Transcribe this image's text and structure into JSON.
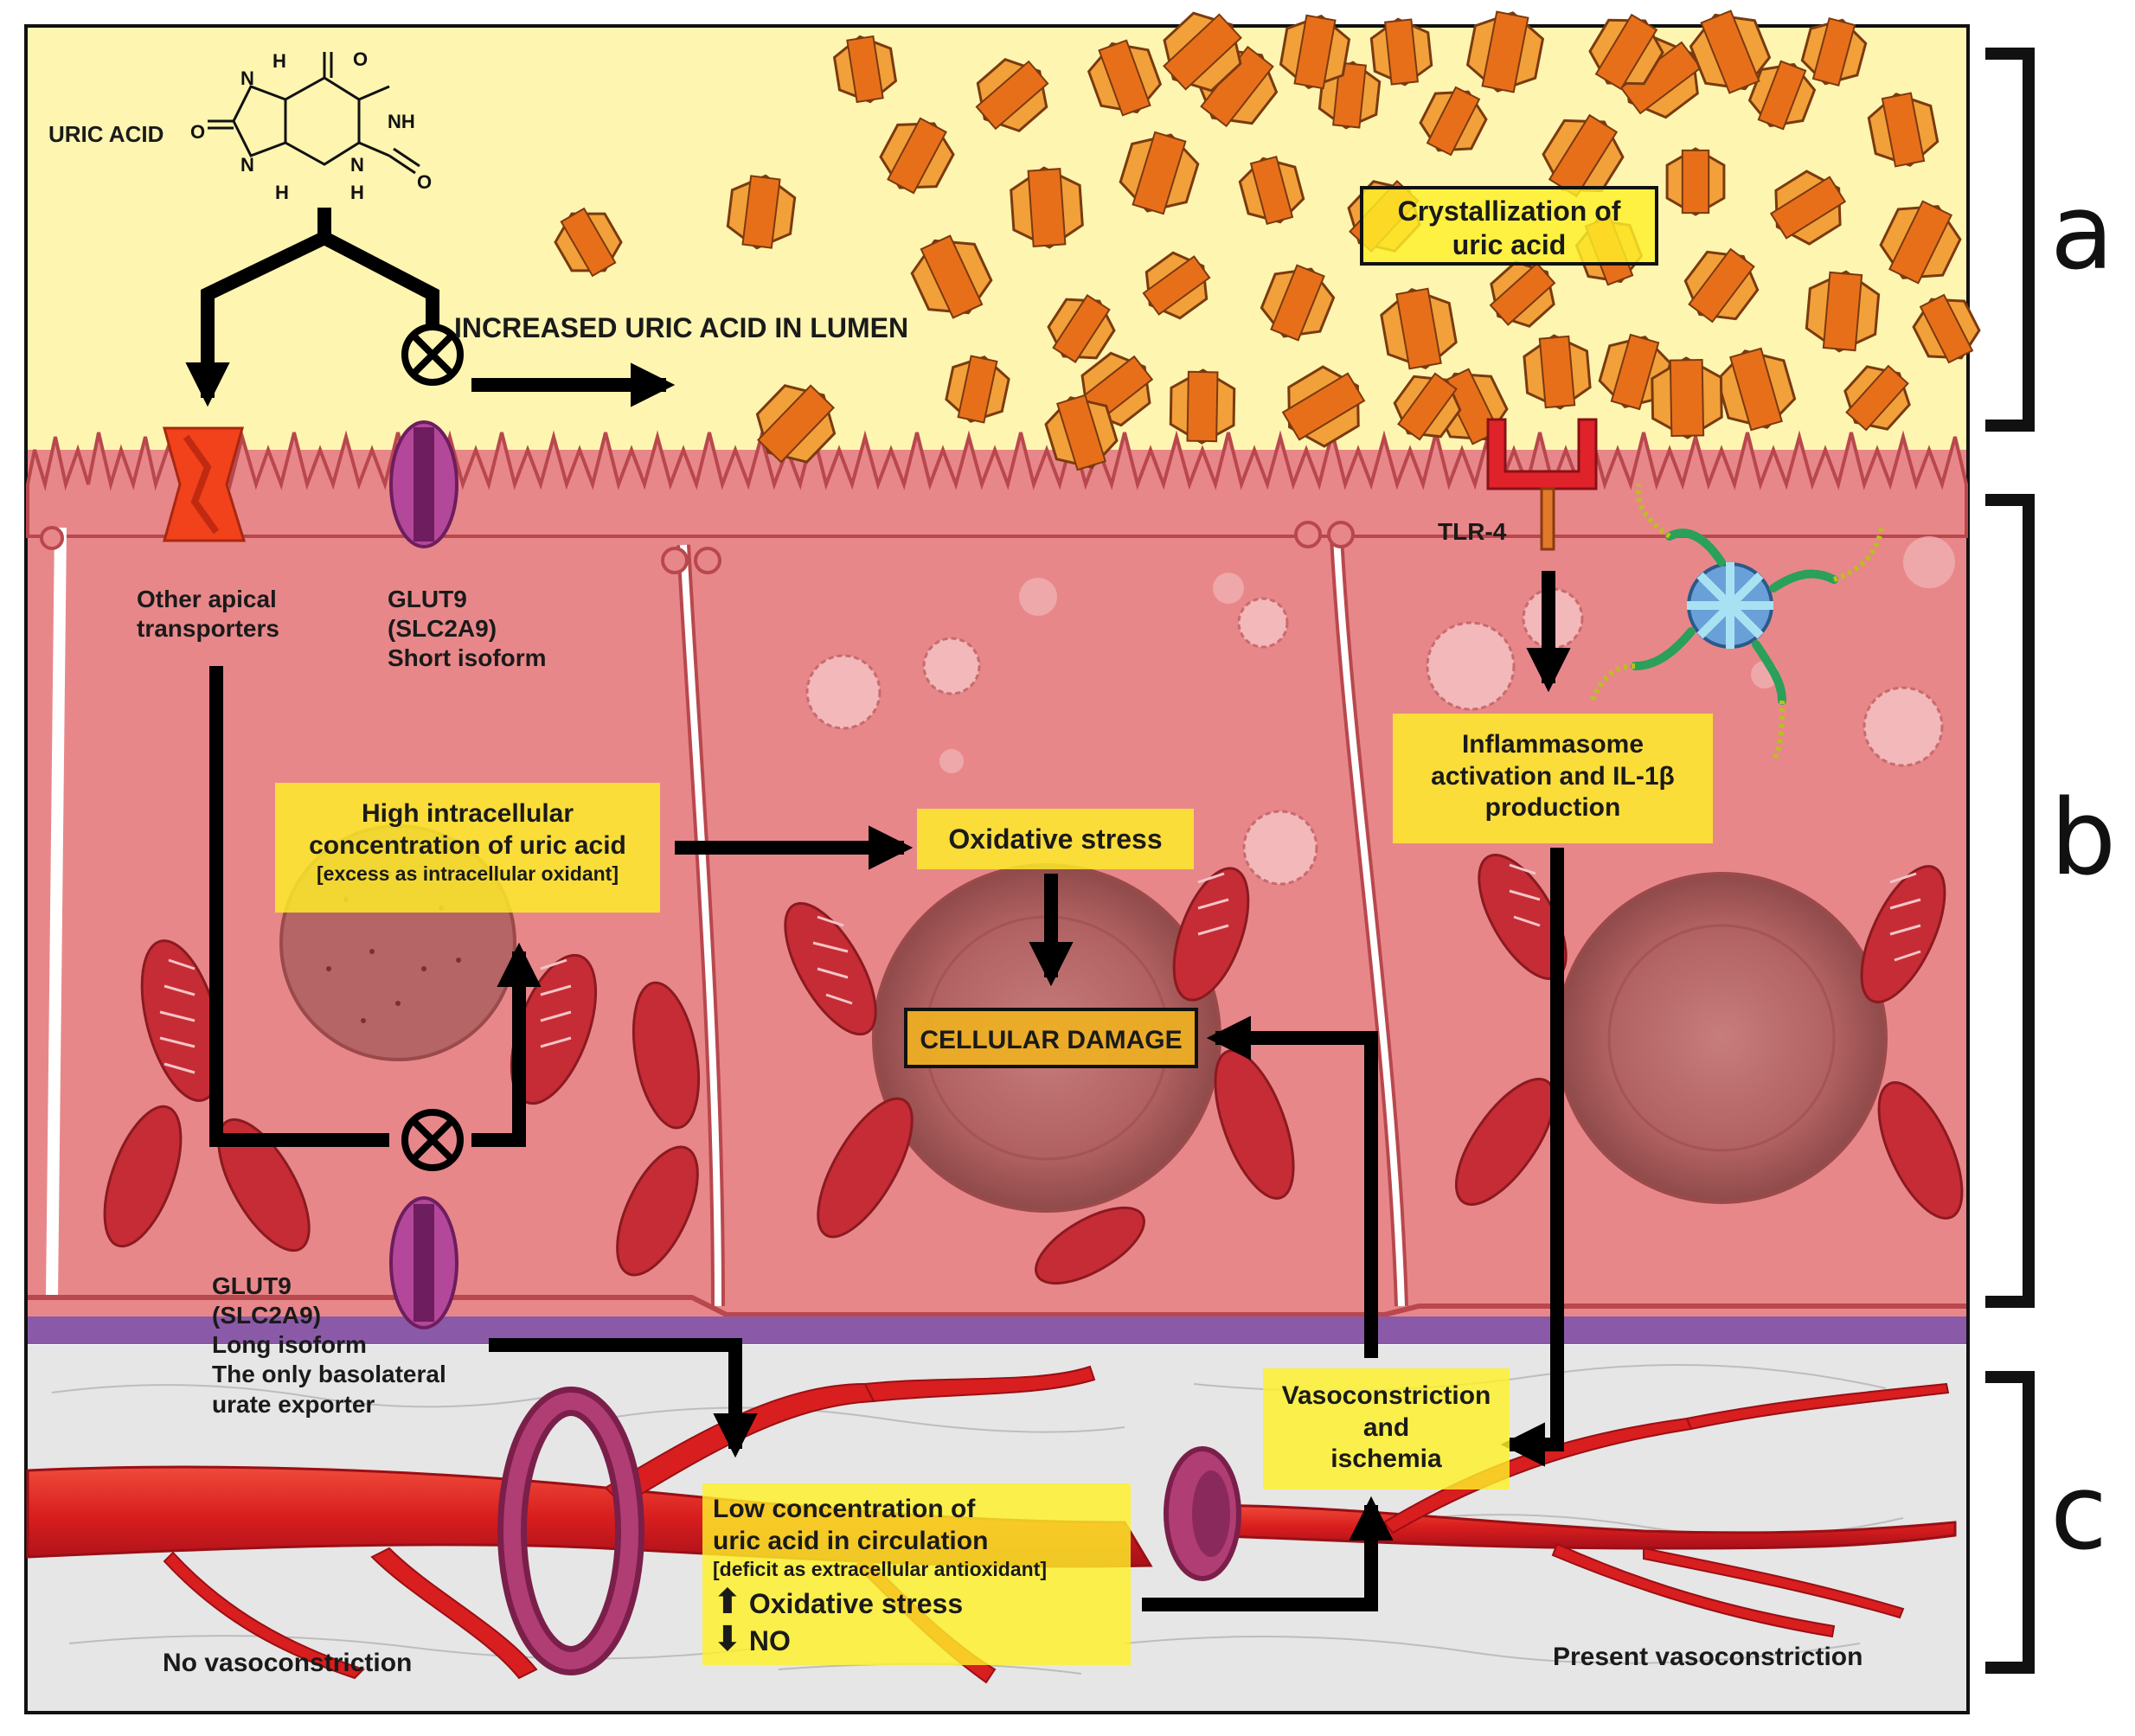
{
  "zones": {
    "a": "a",
    "b": "b",
    "c": "c"
  },
  "top": {
    "uric_acid_label": "URIC ACID",
    "increased_lumen": "INCREASED URIC ACID IN LUMEN",
    "crystallization": [
      "Crystallization of",
      "uric acid"
    ]
  },
  "transporters": {
    "apical_other": [
      "Other apical",
      "transporters"
    ],
    "glut9_short": [
      "GLUT9",
      "(SLC2A9)",
      "Short isoform"
    ],
    "glut9_long": [
      "GLUT9",
      "(SLC2A9)",
      "Long isoform",
      "The only basolateral",
      "urate exporter"
    ]
  },
  "receptors": {
    "tlr4": "TLR-4"
  },
  "boxes": {
    "high_intracellular": [
      "High intracellular",
      "concentration of uric acid",
      "[excess as intracellular oxidant]"
    ],
    "oxidative_stress": "Oxidative stress",
    "cellular_damage": "CELLULAR DAMAGE",
    "inflammasome": [
      "Inflammasome",
      "activation and IL-1β",
      "production"
    ],
    "vasoconstriction_ischemia": [
      "Vasoconstriction",
      "and",
      "ischemia"
    ],
    "low_concentration": [
      "Low concentration of",
      "uric acid in circulation",
      "[deficit as extracellular antioxidant]"
    ],
    "up_label": "Oxidative stress",
    "down_label": "NO"
  },
  "vessels": {
    "left": "No vasoconstriction",
    "right": "Present vasoconstriction"
  },
  "molecule_atoms": {
    "nh_left_top": "H",
    "n_left_top": "N",
    "n_left_bottom": "N",
    "h_left_bottom": "H",
    "n_right_bottom": "N",
    "h_right_bottom": "H",
    "nh_right": "NH",
    "o_top": "O",
    "o_left": "O",
    "o_right": "O"
  },
  "colors": {
    "lumen": "#fdf5b0",
    "cell": "#e8878a",
    "cell_border": "#b8484d",
    "membrane": "#8a5aa8",
    "interstitium": "#e6e6e6",
    "vessel": "#d81e1e",
    "crystal_light": "#f2a03a",
    "crystal_dark": "#e86f1a",
    "highlight": "#fff028",
    "glut9": "#a23a8a",
    "apical_transporter": "#f1421c",
    "tlr4": "#e0222a"
  }
}
